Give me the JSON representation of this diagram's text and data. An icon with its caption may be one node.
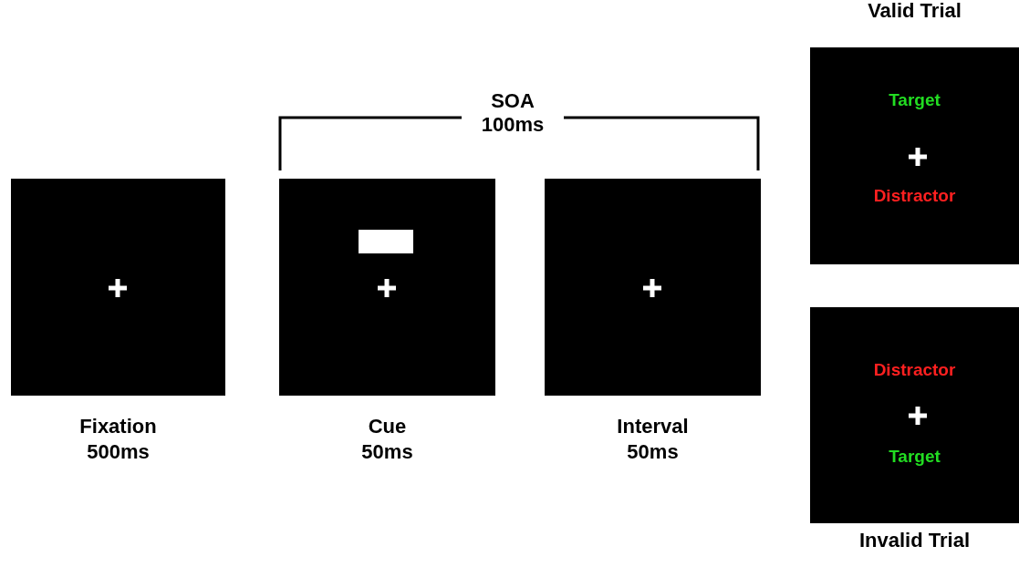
{
  "diagram": {
    "nodes": [
      {
        "text": [],
        "shape": "box",
        "beside": [
          "Fixation 500ms"
        ]
      },
      {
        "text": [],
        "shape": "box",
        "beside": [
          "Cue 50ms"
        ]
      },
      {
        "text": [],
        "shape": "box",
        "beside": [
          "Interval 50ms"
        ]
      },
      {
        "text": [
          "Valid Trial",
          "Target",
          "Distractor"
        ]
      },
      {
        "text": [
          "Distractor",
          "Target",
          "Invalid Trial"
        ]
      }
    ],
    "labels": [
      "SOA 100ms"
    ]
  }
}
